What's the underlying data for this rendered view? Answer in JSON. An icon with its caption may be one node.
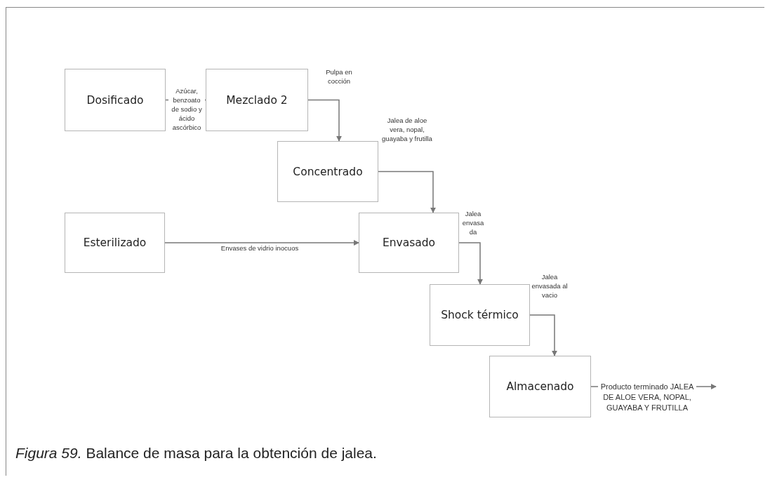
{
  "diagram": {
    "caption": "*Figura 59.* Balance de masa para la obtención de jalea.",
    "nodes": [
      {
        "text": [
          "Dosificado"
        ]
      },
      {
        "text": [
          "Mezclado 2"
        ]
      },
      {
        "text": [
          "Concentrado"
        ]
      },
      {
        "text": [
          "Esterilizado"
        ]
      },
      {
        "text": [
          "Envasado"
        ]
      },
      {
        "text": [
          "Shock térmico"
        ]
      },
      {
        "text": [
          "Almacenado"
        ]
      }
    ],
    "edges": [
      {
        "from": 0,
        "to": 1,
        "arrow": "to",
        "label": "Azúcar, benzoato de sodio y ácido ascórbico"
      },
      {
        "from": 1,
        "to": 2,
        "arrow": "to",
        "label": "Pulpa en cocción"
      },
      {
        "from": 2,
        "to": 4,
        "arrow": "to",
        "label": "Jalea de aloe vera, nopal, guayaba y frutilla"
      },
      {
        "from": 3,
        "to": 4,
        "arrow": "to",
        "label": "Envases de vidrio inocuos"
      },
      {
        "from": 4,
        "to": 5,
        "arrow": "to",
        "label": "Jalea envasa da"
      },
      {
        "from": 5,
        "to": 6,
        "arrow": "to",
        "label": "Jalea envasada al vacio"
      },
      {
        "from": 6,
        "to": null,
        "arrow": "to",
        "label": "Producto terminado JALEA DE ALOE VERA, NOPAL, GUAYABA Y FRUTILLA"
      }
    ]
  }
}
